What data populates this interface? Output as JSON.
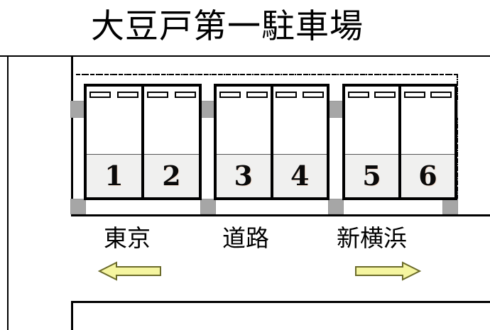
{
  "title": "大豆戸第一駐車場",
  "diagram": {
    "groups": [
      {
        "name": "group-1",
        "stalls": [
          {
            "number": "1"
          },
          {
            "number": "2"
          }
        ]
      },
      {
        "name": "group-2",
        "stalls": [
          {
            "number": "3"
          },
          {
            "number": "4"
          }
        ]
      },
      {
        "name": "group-3",
        "stalls": [
          {
            "number": "5"
          },
          {
            "number": "6"
          }
        ]
      }
    ],
    "colors": {
      "stall_fill": "#ffffff",
      "stall_number_band": "#f0f0ef",
      "post": "#a6a6a6",
      "arrow_fill": "#f5f5a0",
      "arrow_outline": "#6b6b2a",
      "line": "#000000"
    }
  },
  "directions": {
    "left": {
      "label": "東京",
      "arrow": "arrow-left"
    },
    "center": {
      "label": "道路"
    },
    "right": {
      "label": "新横浜",
      "arrow": "arrow-right"
    }
  }
}
